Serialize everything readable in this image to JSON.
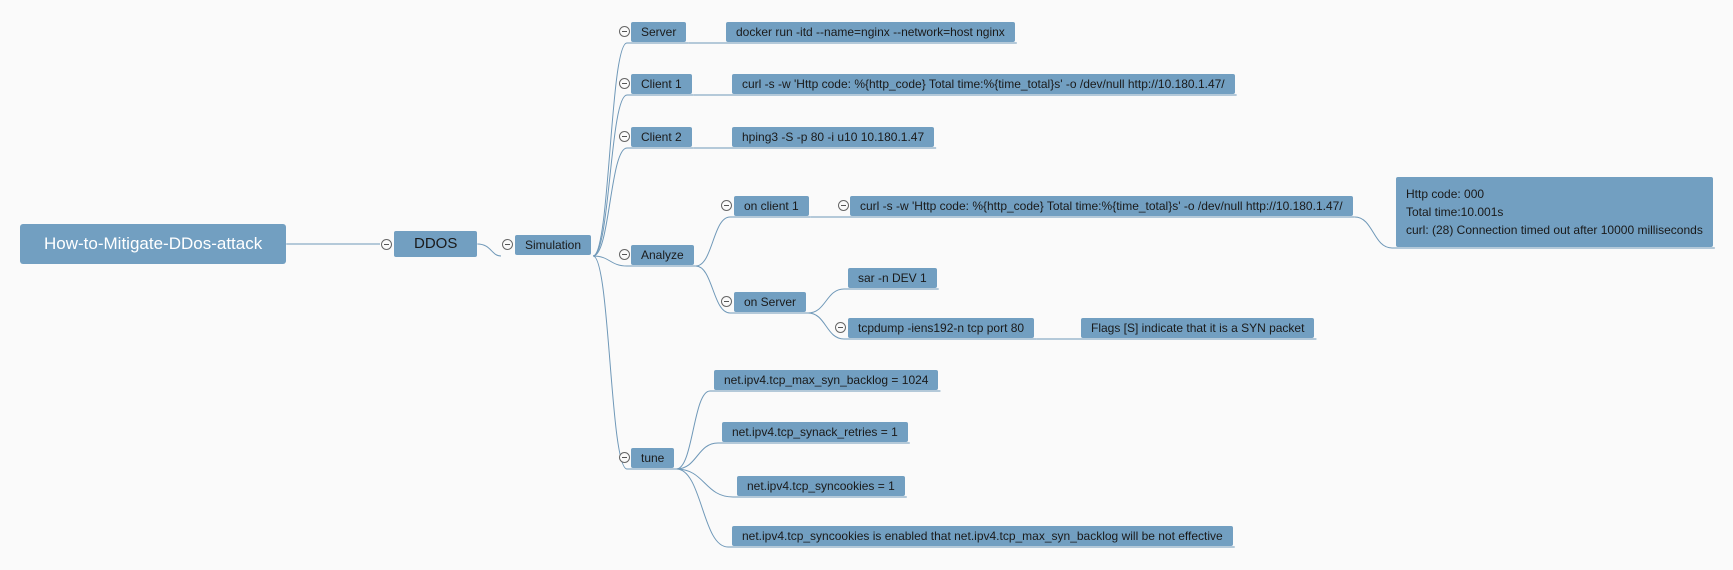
{
  "mindmap": {
    "root": "How-to-Mitigate-DDos-attack",
    "ddos": "DDOS",
    "simulation": "Simulation",
    "server": {
      "label": "Server",
      "command": "docker run -itd --name=nginx --network=host nginx"
    },
    "client1": {
      "label": "Client 1",
      "command": "curl -s -w 'Http code: %{http_code} Total time:%{time_total}s' -o /dev/null http://10.180.1.47/"
    },
    "client2": {
      "label": "Client 2",
      "command": "hping3 -S -p 80 -i u10 10.180.1.47"
    },
    "analyze": {
      "label": "Analyze",
      "on_client1": {
        "label": "on client 1",
        "command": "curl -s -w 'Http code: %{http_code} Total time:%{time_total}s' -o /dev/null http://10.180.1.47/",
        "result": [
          "Http code: 000",
          "Total time:10.001s",
          "curl: (28) Connection timed out after 10000 milliseconds"
        ]
      },
      "on_server": {
        "label": "on Server",
        "sar": "sar -n DEV 1",
        "tcpdump": "tcpdump -iens192-n tcp port 80",
        "tcpdump_note": "Flags [S] indicate that it is a SYN packet"
      }
    },
    "tune": {
      "label": "tune",
      "items": [
        "net.ipv4.tcp_max_syn_backlog = 1024",
        "net.ipv4.tcp_synack_retries = 1",
        "net.ipv4.tcp_syncookies = 1",
        "net.ipv4.tcp_syncookies is enabled that net.ipv4.tcp_max_syn_backlog will be not effective"
      ]
    },
    "colors": {
      "node_fill": "#729fc1",
      "link": "#6f98b8",
      "background": "#fafafa"
    }
  }
}
